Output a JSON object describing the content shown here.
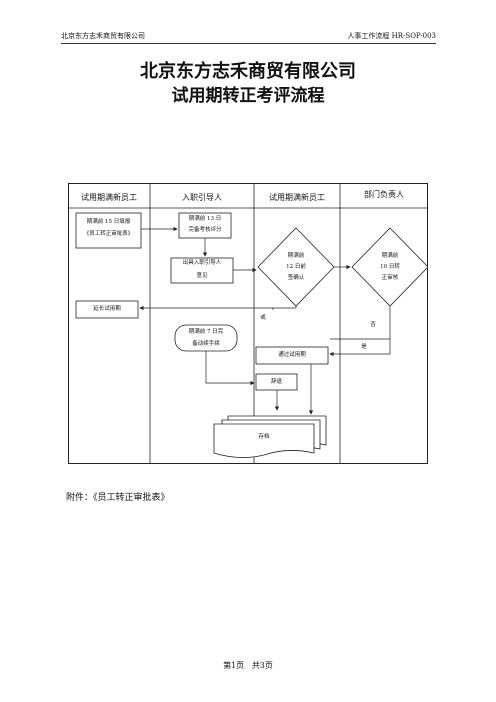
{
  "header": {
    "company": "北京东方志禾商贸有限公司",
    "doc_id": "人事工作流程 HR-SOP-003"
  },
  "title": {
    "line1": "北京东方志禾商贸有限公司",
    "line2": "试用期转正考评流程"
  },
  "flowchart": {
    "lanes": [
      "试用期满新员工",
      "入职引导人",
      "试用期满新员工",
      "部门负责人"
    ],
    "nodes": {
      "n15_l1": "期满前 15 日填报",
      "n15_l2": "《员工转正审批表》",
      "n13_l1": "期满前 13 日",
      "n13_l2": "完备考核评分",
      "guide_l1": "出具入职引导人",
      "guide_l2": "意见",
      "d12_l1": "期满前",
      "d12_l2": "12 日前",
      "d12_l3": "签确认",
      "d10_l1": "期满前",
      "d10_l2": "10 日转",
      "d10_l3": "正审核",
      "extend": "延长试用期",
      "n7_l1": "期满前 7 日完",
      "n7_l2": "备动续手续",
      "pass": "通过试用期",
      "leave": "辞退",
      "archive": "存档"
    },
    "labels": {
      "or": "或",
      "no": "否",
      "yes": "是"
    }
  },
  "attachment": "附件：《员工转正审批表》",
  "footer": {
    "page": "第1页",
    "total": "共3页"
  }
}
